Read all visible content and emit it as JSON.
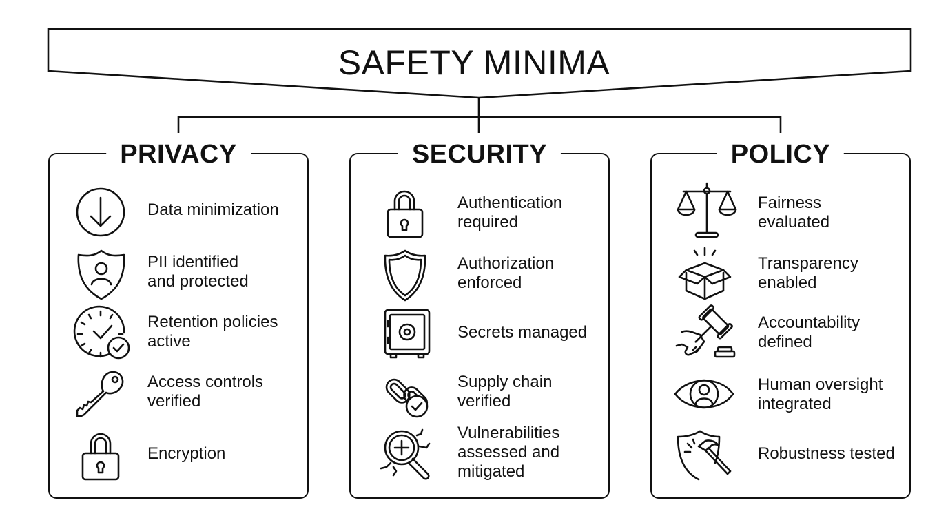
{
  "title": "SAFETY MINIMA",
  "colors": {
    "stroke": "#111111",
    "background": "#ffffff"
  },
  "panels": [
    {
      "title": "PRIVACY",
      "items": [
        {
          "icon": "download-arrow-circle-icon",
          "label": "Data minimization"
        },
        {
          "icon": "shield-user-icon",
          "label": "PII identified\nand protected"
        },
        {
          "icon": "clock-check-icon",
          "label": "Retention policies\nactive"
        },
        {
          "icon": "key-icon",
          "label": "Access controls\nverified"
        },
        {
          "icon": "padlock-icon",
          "label": "Encryption"
        }
      ]
    },
    {
      "title": "SECURITY",
      "items": [
        {
          "icon": "padlock-icon",
          "label": "Authentication\nrequired"
        },
        {
          "icon": "shield-icon",
          "label": "Authorization\nenforced"
        },
        {
          "icon": "safe-icon",
          "label": "Secrets managed"
        },
        {
          "icon": "chain-link-check-icon",
          "label": "Supply chain\nverified"
        },
        {
          "icon": "magnifier-crack-icon",
          "label": "Vulnerabilities\nassessed and\nmitigated"
        }
      ]
    },
    {
      "title": "POLICY",
      "items": [
        {
          "icon": "scales-icon",
          "label": "Fairness\nevaluated"
        },
        {
          "icon": "open-box-icon",
          "label": "Transparency\nenabled"
        },
        {
          "icon": "gavel-hand-icon",
          "label": "Accountability\ndefined"
        },
        {
          "icon": "eye-person-icon",
          "label": "Human oversight\nintegrated"
        },
        {
          "icon": "shield-hammer-icon",
          "label": "Robustness tested"
        }
      ]
    }
  ]
}
